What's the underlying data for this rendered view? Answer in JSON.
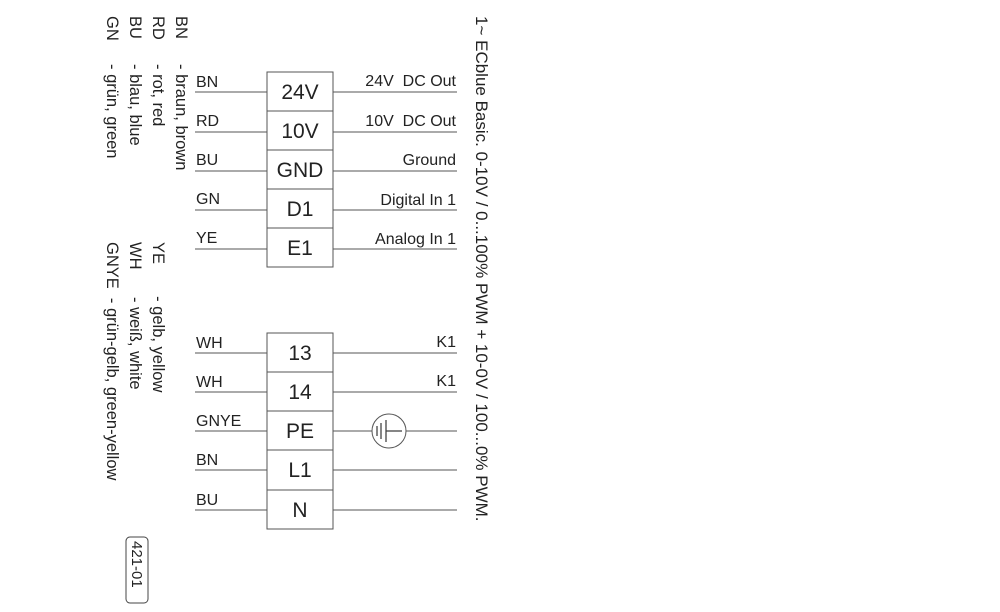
{
  "title": "1~ ECblue Basic.  0-10V / 0...100% PWM + 10-0V / 100...0% PWM.",
  "legend_top": [
    {
      "code": "BN",
      "text": "-  braun, brown"
    },
    {
      "code": "RD",
      "text": "-  rot, red"
    },
    {
      "code": "BU",
      "text": "-  blau, blue"
    },
    {
      "code": "GN",
      "text": "-  grün, green"
    }
  ],
  "legend_bottom": [
    {
      "text": "YE       - gelb, yellow"
    },
    {
      "text": "WH      - weiß, white"
    },
    {
      "text": "GNYE  - grün-gelb, green-yellow"
    }
  ],
  "block_upper": [
    {
      "wire": "BN",
      "terminal": "24V",
      "function": "24V  DC Out"
    },
    {
      "wire": "RD",
      "terminal": "10V",
      "function": "10V  DC Out"
    },
    {
      "wire": "BU",
      "terminal": "GND",
      "function": "Ground"
    },
    {
      "wire": "GN",
      "terminal": "D1",
      "function": "Digital In 1"
    },
    {
      "wire": "YE",
      "terminal": "E1",
      "function": "Analog In 1"
    }
  ],
  "block_lower": [
    {
      "wire": "WH",
      "terminal": "13",
      "function": "K1"
    },
    {
      "wire": "WH",
      "terminal": "14",
      "function": "K1"
    },
    {
      "wire": "GNYE",
      "terminal": "PE",
      "function": "",
      "ground_symbol": true
    },
    {
      "wire": "BN",
      "terminal": "L1",
      "function": ""
    },
    {
      "wire": "BU",
      "terminal": "N",
      "function": ""
    }
  ],
  "badge": "421-01",
  "icons": {
    "ground": "ground-symbol-icon"
  }
}
